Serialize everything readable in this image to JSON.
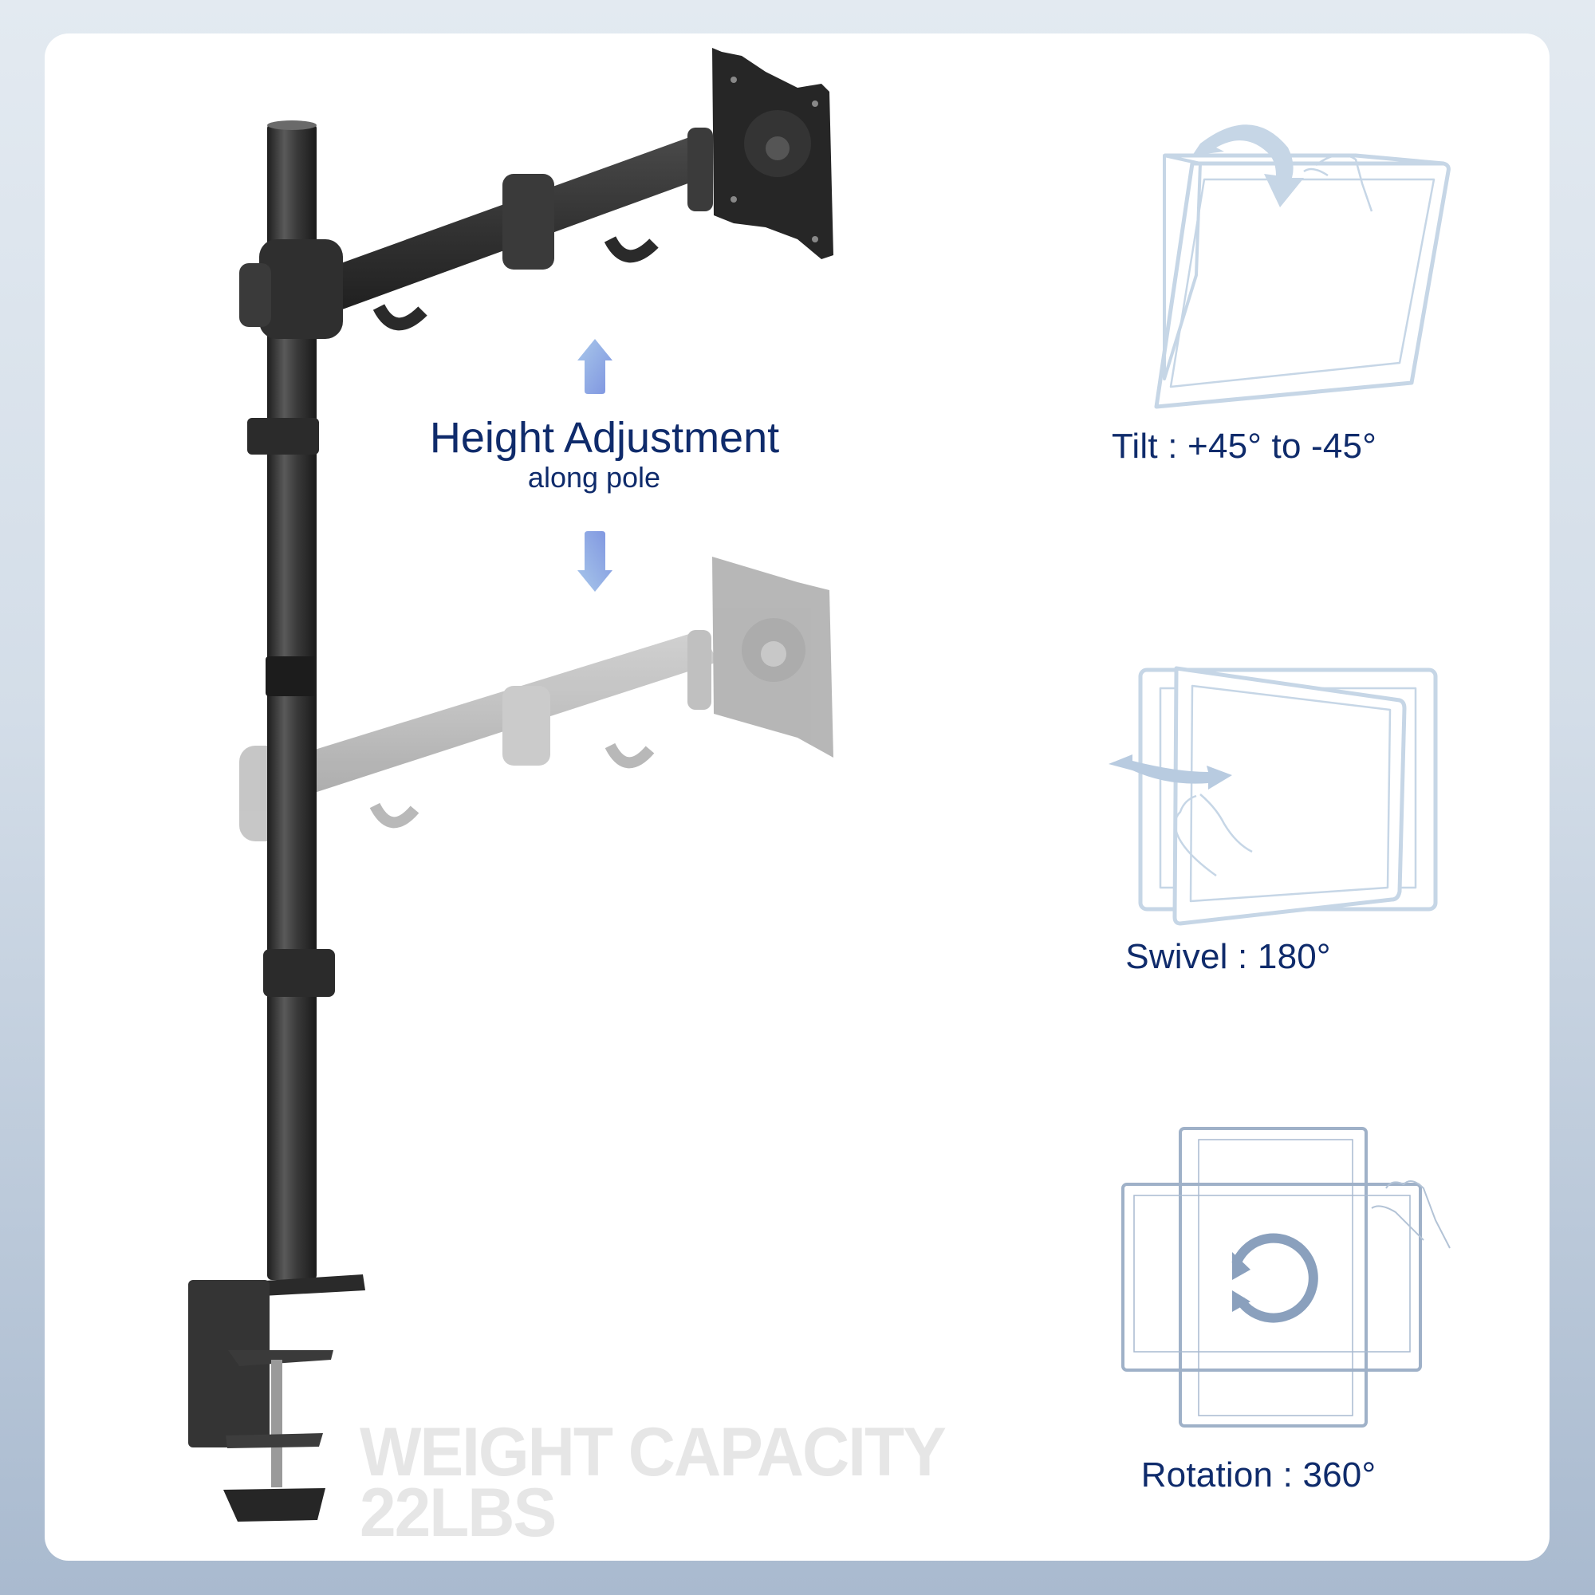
{
  "colors": {
    "text_navy": "#0f2b6b",
    "arrow_blue_light": "#a9c8ea",
    "arrow_blue_dark": "#7d93e0",
    "illustration_stroke": "#c6d6e6",
    "rotation_stroke": "#8aa0bd",
    "watermark_gray": "#e6e6e6",
    "mount_black": "#2a2a2a",
    "mount_ghost_gray": "#b8b8b8",
    "background_top": "#e3eaf1",
    "background_bottom": "#a9bacf"
  },
  "height_adjustment": {
    "title": "Height Adjustment",
    "subtitle": "along pole",
    "up_arrow_icon": "arrow-up-icon",
    "down_arrow_icon": "arrow-down-icon"
  },
  "features": [
    {
      "id": "tilt",
      "label": "Tilt : +45° to -45°",
      "icon": "tilt-monitor-icon"
    },
    {
      "id": "swivel",
      "label": "Swivel : 180°",
      "icon": "swivel-monitor-icon"
    },
    {
      "id": "rotation",
      "label": "Rotation : 360°",
      "icon": "rotation-monitor-icon"
    }
  ],
  "weight_capacity": {
    "line1": "WEIGHT CAPACITY",
    "line2": "22LBS"
  },
  "product": {
    "image": "monitor-arm-pole-mount",
    "ghost_image": "monitor-arm-lowered-position"
  }
}
